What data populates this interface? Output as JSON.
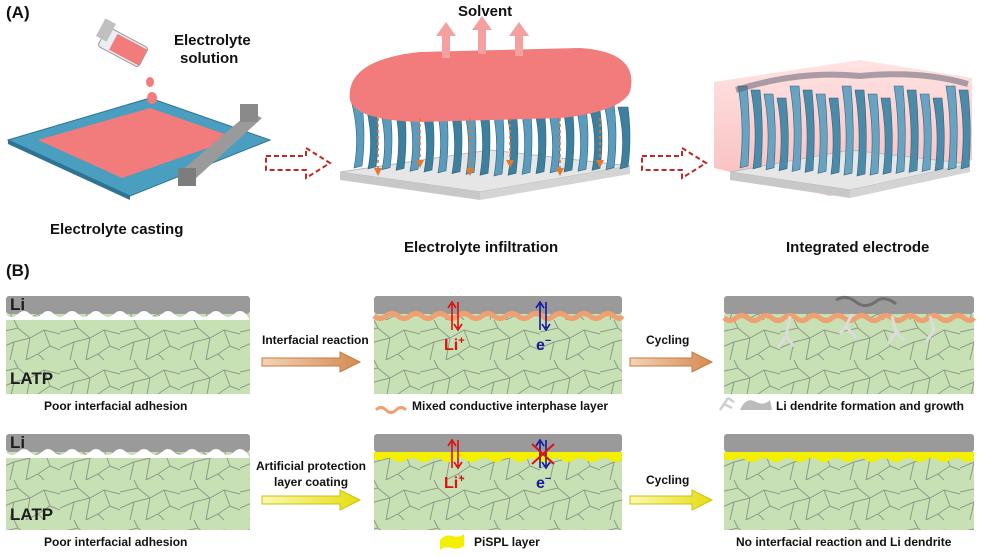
{
  "panel_a": {
    "label": "(A)",
    "electrolyte_solution_line1": "Electrolyte",
    "electrolyte_solution_line2": "solution",
    "solvent": "Solvent",
    "step1": "Electrolyte casting",
    "step2": "Electrolyte infiltration",
    "step3": "Integrated electrode"
  },
  "panel_b": {
    "label": "(B)",
    "li": "Li",
    "latp": "LATP",
    "li_ion": "Li",
    "electron": "e",
    "row1": {
      "left_caption": "Poor interfacial adhesion",
      "arrow1": "Interfacial reaction",
      "middle_caption": "Mixed conductive interphase layer",
      "arrow2": "Cycling",
      "right_caption": "Li dendrite formation and growth"
    },
    "row2": {
      "left_caption": "Poor interfacial adhesion",
      "arrow1_line1": "Artificial protection",
      "arrow1_line2": "layer coating",
      "middle_caption": "PiSPL layer",
      "arrow2": "Cycling",
      "right_caption": "No interfacial reaction and Li dendrite"
    }
  },
  "colors": {
    "electrolyte": "#f27b7b",
    "substrate": "#4a9ec0",
    "latp": "#c7e0b4",
    "lithium": "#9a9a9a",
    "interphase": "#f0a070",
    "pispl": "#f2f000",
    "arrow_orange": "#e07a30"
  }
}
